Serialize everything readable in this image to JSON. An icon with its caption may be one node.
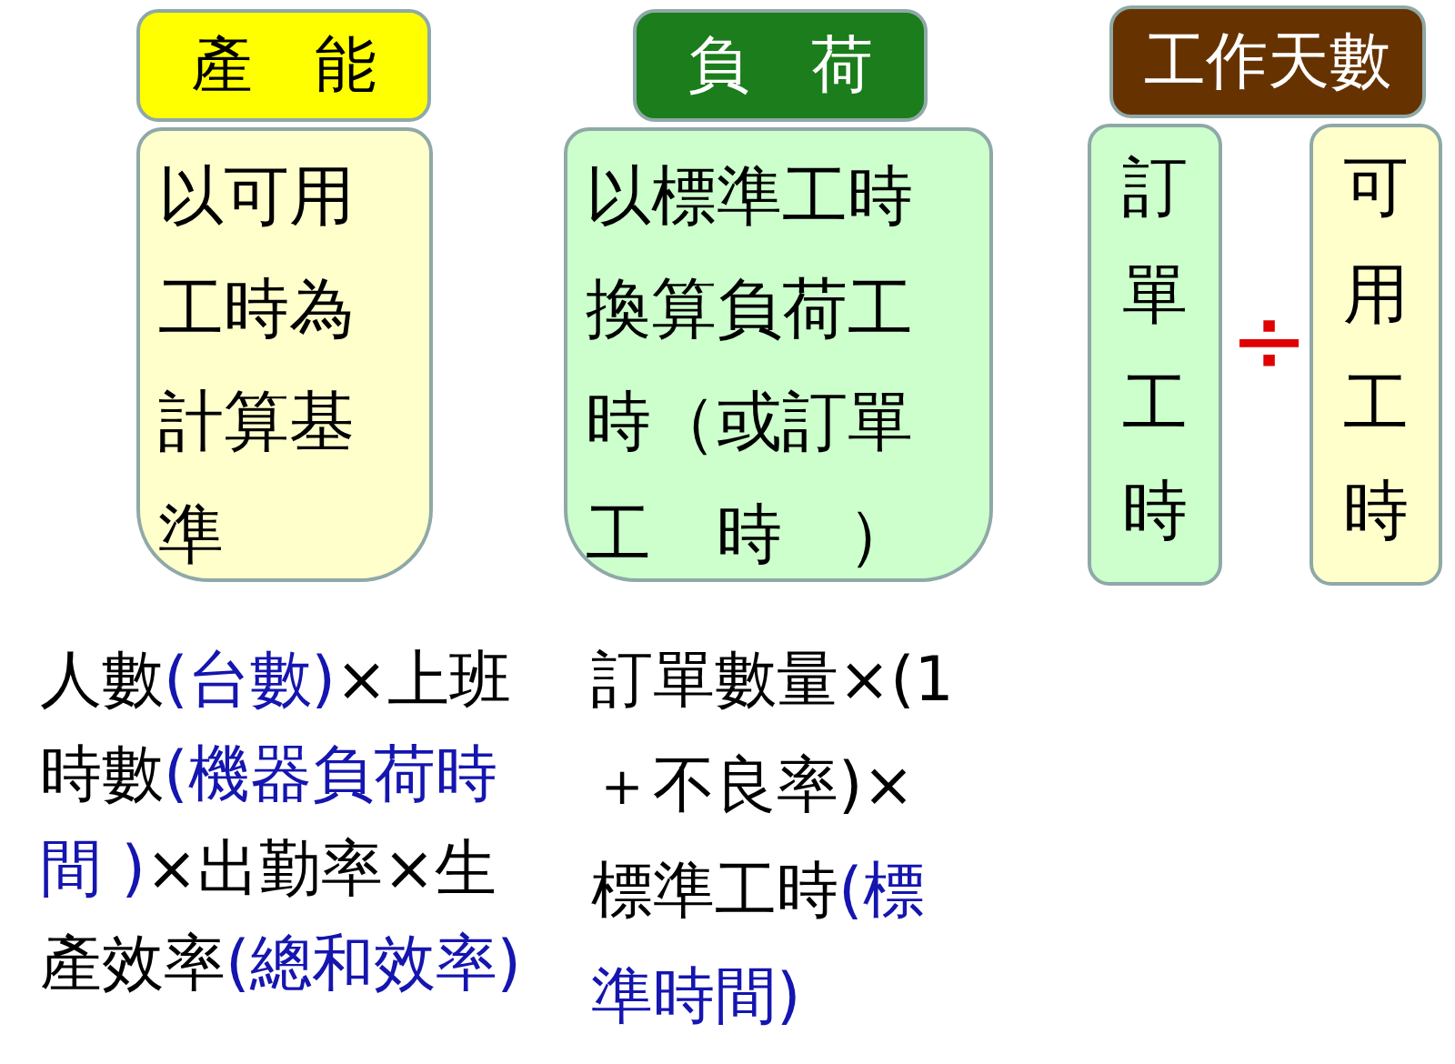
{
  "diagram": {
    "nodes": [
      {
        "text": [
          "產　能"
        ]
      },
      {
        "text": [
          "以可用工時為計算基準"
        ]
      },
      {
        "text": [
          "負　荷"
        ]
      },
      {
        "text": [
          "以標準工時換算負荷工時（或訂單工　時　）"
        ]
      },
      {
        "text": [
          "工作天數"
        ]
      },
      {
        "text": [
          "訂單工時"
        ]
      },
      {
        "text": [
          "可用工時"
        ]
      }
    ],
    "labels": [
      "÷",
      "人數**(台數)**×上班時數**(機器負荷時間 )**×出勤率×生產效率**(總和效率)**",
      "訂單數量×(1＋不良率)×標準工時**(標準時間)**"
    ]
  }
}
